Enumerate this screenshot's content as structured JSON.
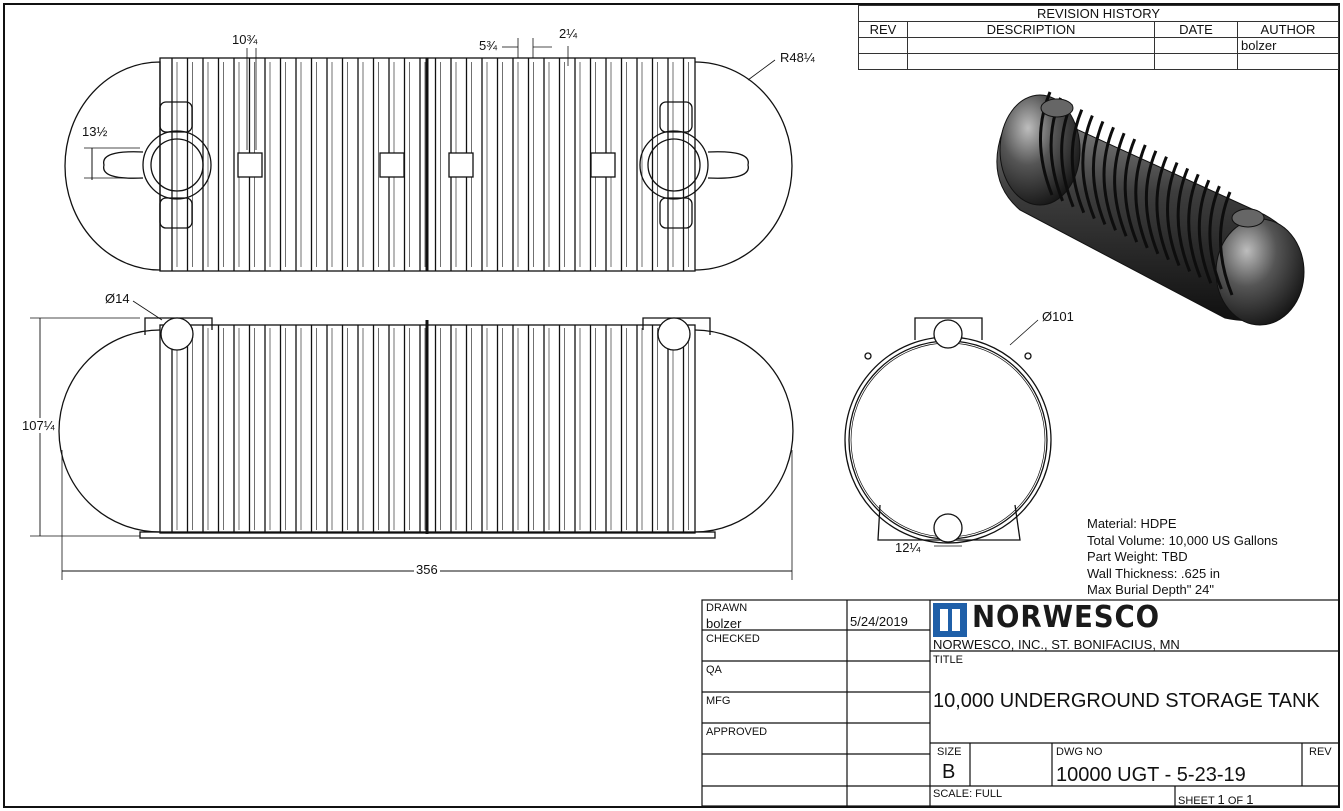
{
  "revision_history": {
    "title": "REVISION HISTORY",
    "headers": [
      "REV",
      "DESCRIPTION",
      "DATE",
      "AUTHOR"
    ],
    "rows": [
      [
        "",
        "",
        "",
        "bolzer"
      ],
      [
        "",
        "",
        "",
        ""
      ]
    ]
  },
  "dimensions": {
    "rib_width": "10¾",
    "rib_spacing_left": "5¾",
    "rib_spacing_right": "2¼",
    "end_radius": "R48¼",
    "fitting_height": "13½",
    "manway_diameter": "Ø14",
    "overall_height": "107¼",
    "overall_length": "356",
    "tank_diameter": "Ø101",
    "outlet_width": "12¼"
  },
  "specs": {
    "material": "Material:  HDPE",
    "volume": "Total Volume:  10,000 US Gallons",
    "weight": "Part Weight: TBD",
    "wall": "Wall Thickness:  .625 in",
    "burial": "Max Burial Depth\" 24\""
  },
  "title_block": {
    "drawn_label": "DRAWN",
    "drawn_by": "bolzer",
    "drawn_date": "5/24/2019",
    "checked_label": "CHECKED",
    "qa_label": "QA",
    "mfg_label": "MFG",
    "approved_label": "APPROVED",
    "logo_text": "NORWESCO",
    "company": "NORWESCO, INC., ST. BONIFACIUS, MN",
    "title_label": "TITLE",
    "title": "10,000 UNDERGROUND STORAGE TANK",
    "size_label": "SIZE",
    "size": "B",
    "dwg_label": "DWG NO",
    "dwg_no": "10000 UGT - 5-23-19",
    "rev_label": "REV",
    "scale": "SCALE:  FULL",
    "sheet_word": "SHEET",
    "sheet_num": "1",
    "of_word": "OF",
    "sheet_total": "1"
  },
  "colors": {
    "line": "#111111",
    "tank_shade": "#3a3a3a",
    "logo_blue": "#1f5fa8"
  }
}
